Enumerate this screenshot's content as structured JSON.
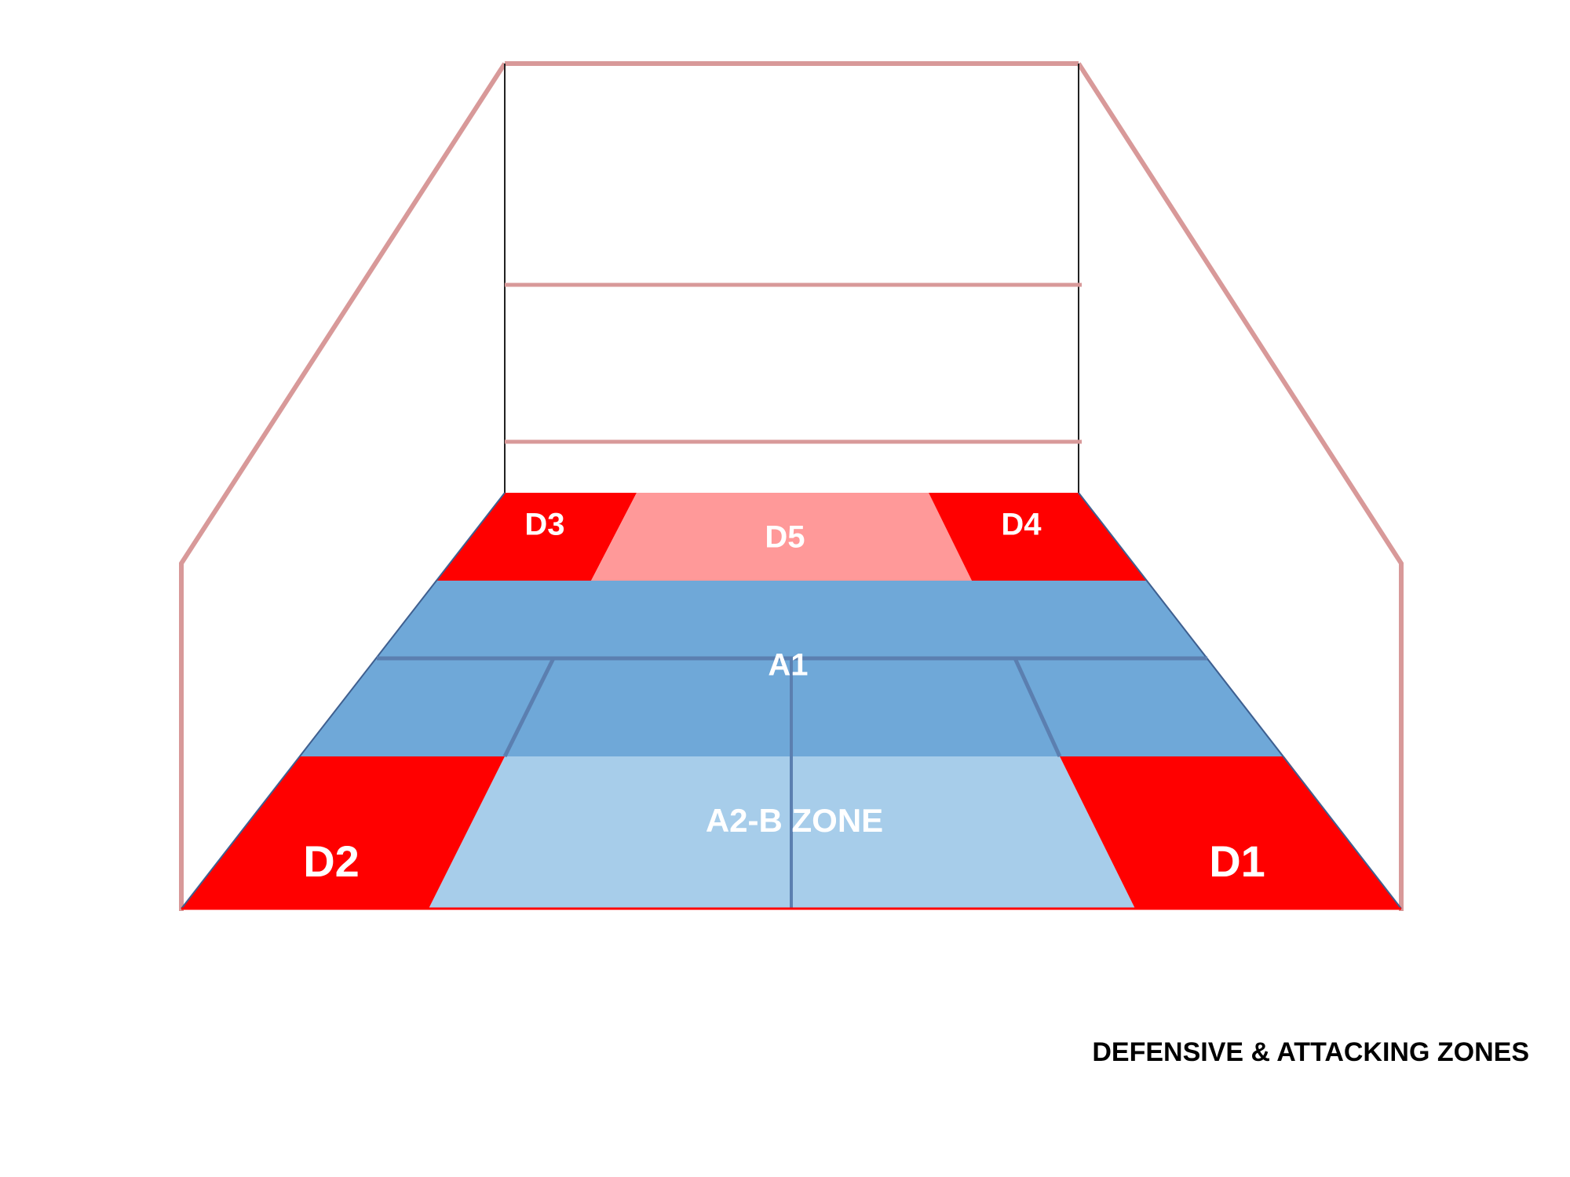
{
  "diagram": {
    "caption": "DEFENSIVE & ATTACKING ZONES",
    "zones": {
      "d1": "D1",
      "d2": "D2",
      "d3": "D3",
      "d4": "D4",
      "d5": "D5",
      "a1": "A1",
      "a2b": "A2-B ZONE"
    },
    "colors": {
      "wall_line": "#d89999",
      "defensive_red": "#ff0000",
      "defensive_light": "#ff9999",
      "attack_blue": "#6fa8d8",
      "attack_light_blue": "#a7cdea",
      "court_line": "#5b7fb0",
      "front_wall_edge": "#000000"
    }
  }
}
